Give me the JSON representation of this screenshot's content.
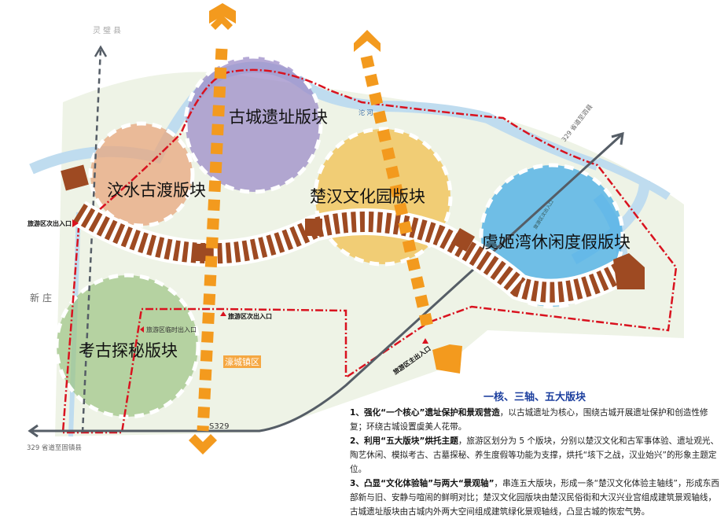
{
  "colors": {
    "axis": "#f39a1e",
    "band": "#9e4a22",
    "boundary": "#d9121f",
    "road": "#555d66",
    "river": "#bfdcef",
    "title": "#1c3f9e"
  },
  "map": {
    "places": {
      "lingbi": "灵璧县",
      "xinzhuang": "新庄",
      "haocheng": "濠城镇区",
      "river": "沱  河",
      "s329": "S329"
    },
    "roads": {
      "west": "329 省道至固镇县",
      "east": "329 省道至泗县"
    },
    "blocks": {
      "ancient_city": "古城遗址版块",
      "wenshui": "汶水古渡版块",
      "chuhan": "楚汉文化园版块",
      "yuji": "虞姬湾休闲度假版块",
      "archaeology": "考古探秘版块"
    },
    "entrances": {
      "west_secondary": "旅游区次出入口",
      "south_secondary": "旅游区次出入口",
      "temporary": "旅游区临时出入口",
      "main": "旅游区主出入口",
      "yuji_secondary": "旅游区次出入口"
    }
  },
  "panel": {
    "title": "一核、三轴、五大版块",
    "p1_bold": "1、强化“一个核心”遗址保护和景观营造",
    "p1_text": "，以古城遗址为核心，围绕古城开展遗址保护和创造性修复；环绕古城设置虞美人花带。",
    "p2_bold": "2、利用“五大版块”烘托主题",
    "p2_text": "，旅游区划分为 5 个版块，分别以楚汉文化和古军事体验、遗址观光、陶艺休闲、模拟考古、古墓探秘、养生度假等功能为支撑，烘托“垓下之战，汉业始兴”的形象主题定位。",
    "p3_bold": "3、凸显“文化体验轴”与两大“景观轴”",
    "p3_text": "，串连五大版块，形成一条“楚汉文化体验主轴线”，形成东西部新与旧、安静与喧闹的鲜明对比；楚汉文化园版块由楚汉民俗街和大汉兴业宫组成建筑景观轴线，古城遗址版块由古城内外两大空间组成建筑绿化景观轴线，凸显古城的恢宏气势。"
  }
}
